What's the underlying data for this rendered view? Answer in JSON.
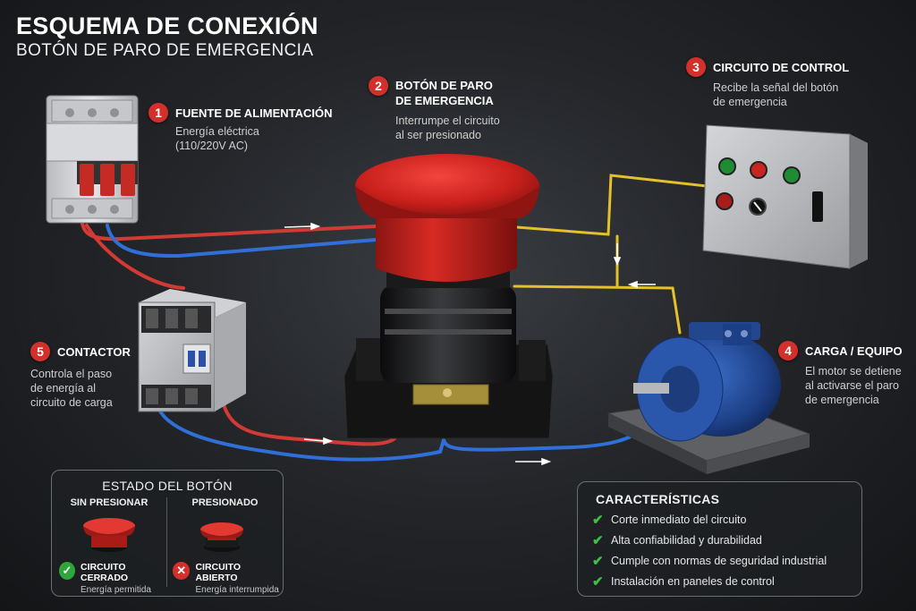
{
  "header": {
    "title": "ESQUEMA DE CONEXIÓN",
    "subtitle": "BOTÓN DE PARO DE EMERGENCIA"
  },
  "callouts": [
    {
      "num": "1",
      "title": "FUENTE DE ALIMENTACIÓN",
      "desc_lines": [
        "Energía eléctrica",
        "(110/220V AC)"
      ]
    },
    {
      "num": "2",
      "title_lines": [
        "BOTÓN DE PARO",
        "DE EMERGENCIA"
      ],
      "desc_lines": [
        "Interrumpe el circuito",
        "al ser presionado"
      ]
    },
    {
      "num": "3",
      "title": "CIRCUITO DE CONTROL",
      "desc_lines": [
        "Recibe la señal del botón",
        "de emergencia"
      ]
    },
    {
      "num": "4",
      "title": "CARGA / EQUIPO",
      "desc_lines": [
        "El motor se detiene",
        "al activarse el paro",
        "de emergencia"
      ]
    },
    {
      "num": "5",
      "title": "CONTACTOR",
      "desc_lines": [
        "Controla el paso",
        "de energía al",
        "circuito de carga"
      ]
    }
  ],
  "estado": {
    "title": "ESTADO DEL BOTÓN",
    "released": {
      "header": "SIN PRESIONAR",
      "status": "CIRCUITO CERRADO",
      "detail": "Energía permitida",
      "icon": "check-circle-icon",
      "color": "#2fa63a"
    },
    "pressed": {
      "header": "PRESIONADO",
      "status": "CIRCUITO ABIERTO",
      "detail": "Energía interrumpida",
      "icon": "x-circle-icon",
      "color": "#d3302b"
    }
  },
  "caracteristicas": {
    "title": "CARACTERÍSTICAS",
    "items": [
      "Corte inmediato del circuito",
      "Alta confiabilidad y durabilidad",
      "Cumple con normas de seguridad industrial",
      "Instalación en paneles de control"
    ]
  },
  "colors": {
    "accent_red": "#d3302b",
    "wire_red": "#d23a35",
    "wire_blue": "#2f6fd6",
    "wire_yellow": "#e3c12a",
    "check_green": "#3fbf4a"
  }
}
